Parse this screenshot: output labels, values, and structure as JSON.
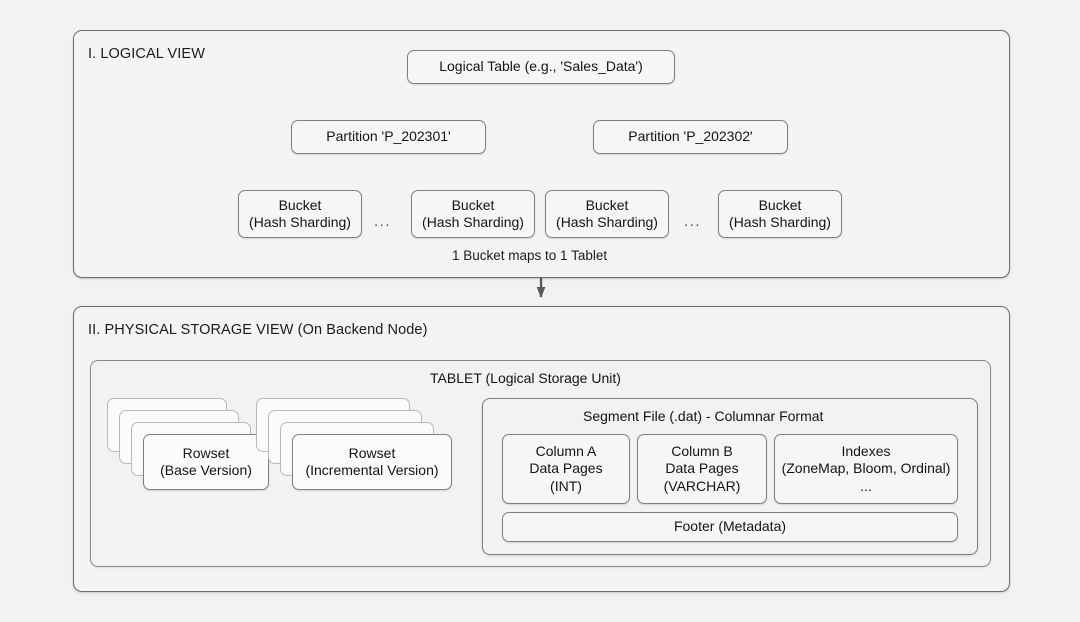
{
  "diagram": {
    "background_color": "#f2f2f0",
    "line_color": "#5a5a5a",
    "box_border_color": "#808080",
    "box_fill_color": "#f6f6f4"
  },
  "logical_view": {
    "title": "I. LOGICAL VIEW",
    "root": {
      "label": "Logical Table (e.g., 'Sales_Data')"
    },
    "partitions": [
      {
        "label": "Partition 'P_202301'"
      },
      {
        "label": "Partition 'P_202302'"
      }
    ],
    "buckets": [
      {
        "line1": "Bucket",
        "line2": "(Hash Sharding)"
      },
      {
        "line1": "Bucket",
        "line2": "(Hash Sharding)"
      },
      {
        "line1": "Bucket",
        "line2": "(Hash Sharding)"
      },
      {
        "line1": "Bucket",
        "line2": "(Hash Sharding)"
      }
    ],
    "ellipsis": "...",
    "note": "1 Bucket maps to 1 Tablet"
  },
  "physical_view": {
    "title": "II. PHYSICAL STORAGE VIEW (On Backend Node)",
    "tablet": {
      "title": "TABLET (Logical Storage Unit)"
    },
    "rowsets": [
      {
        "line1": "Rowset",
        "line2": "(Base Version)"
      },
      {
        "line1": "Rowset",
        "line2": "(Incremental Version)"
      }
    ],
    "segment": {
      "title": "Segment File (.dat) - Columnar Format",
      "columns": [
        {
          "line1": "Column A",
          "line2": "Data Pages",
          "line3": "(INT)"
        },
        {
          "line1": "Column B",
          "line2": "Data Pages",
          "line3": "(VARCHAR)"
        },
        {
          "line1": "Indexes",
          "line2": "(ZoneMap, Bloom, Ordinal)",
          "line3": "..."
        }
      ],
      "footer": {
        "label": "Footer (Metadata)"
      }
    }
  }
}
